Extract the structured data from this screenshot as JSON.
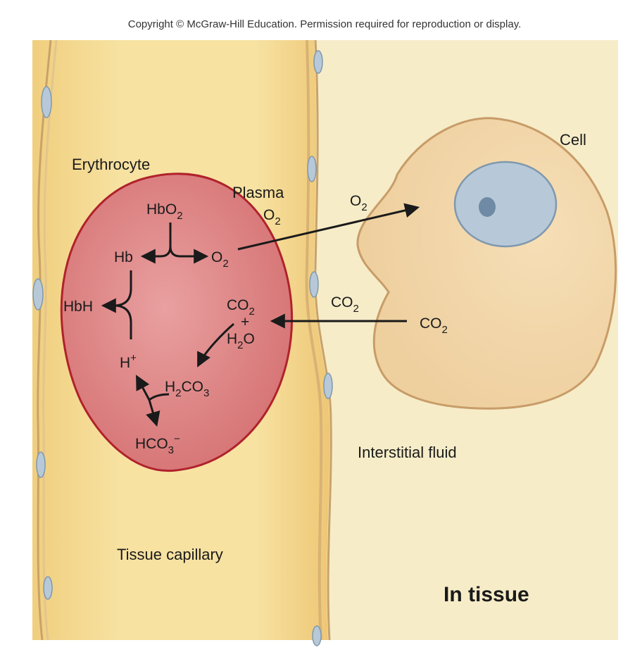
{
  "copyright": "Copyright © McGraw-Hill Education. Permission required for reproduction or display.",
  "labels": {
    "erythrocyte": "Erythrocyte",
    "plasma": "Plasma",
    "cell": "Cell",
    "interstitial_fluid": "Interstitial fluid",
    "tissue_capillary": "Tissue capillary",
    "in_tissue": "In tissue"
  },
  "chem": {
    "hbo2": "HbO",
    "hb": "Hb",
    "hbh": "HbH",
    "o2": "O",
    "co2": "CO",
    "h2o_h": "H",
    "h2o_o": "O",
    "plus": "+",
    "h_ion": "H",
    "h_ion_charge": "+",
    "h2co3_h": "H",
    "h2co3_co": "CO",
    "hco3": "HCO",
    "hco3_charge": "−",
    "sub_2": "2",
    "sub_3": "3"
  },
  "colors": {
    "background": "#f6ecc8",
    "capillary": "#f4d88c",
    "erythrocyte": "#d9797a",
    "erythrocyte_border": "#b0222c",
    "cell": "#f2d7aa",
    "nucleus": "#b7c9d8",
    "nucleolus": "#6f8aa4"
  }
}
